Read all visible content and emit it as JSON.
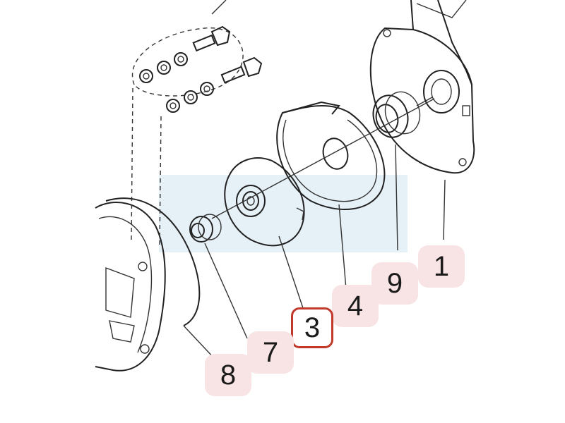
{
  "callouts": [
    {
      "id": "1",
      "label": "1",
      "selected": false
    },
    {
      "id": "9",
      "label": "9",
      "selected": false
    },
    {
      "id": "4",
      "label": "4",
      "selected": false
    },
    {
      "id": "3",
      "label": "3",
      "selected": true
    },
    {
      "id": "7",
      "label": "7",
      "selected": false
    },
    {
      "id": "8",
      "label": "8",
      "selected": false
    }
  ],
  "colors": {
    "callout_fill": "#f8e4e4",
    "selected_border": "#c0392b",
    "highlight_band": "#dbeaf4",
    "ink": "#222222"
  }
}
